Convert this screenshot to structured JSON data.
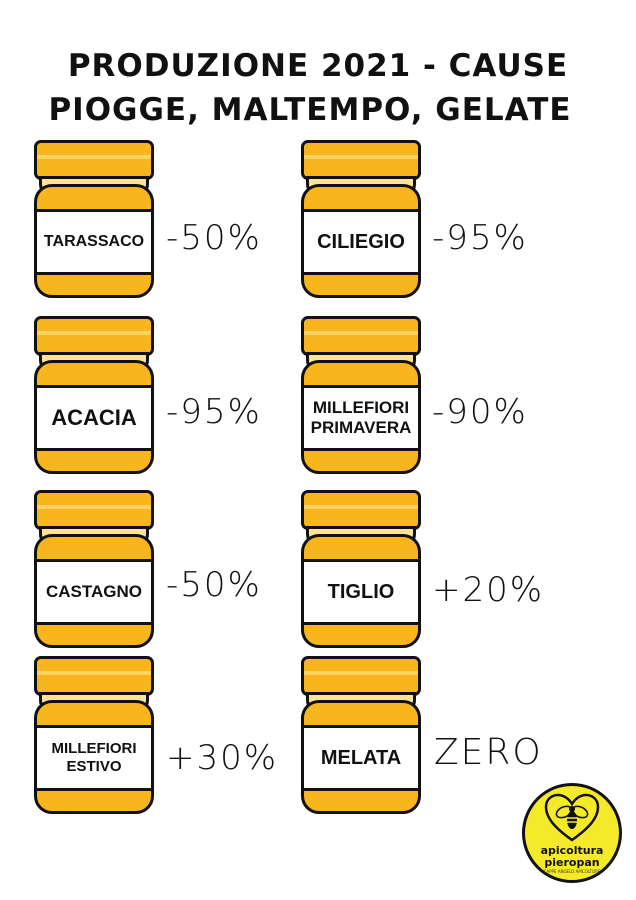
{
  "title": {
    "line1": "PRODUZIONE 2021 - CAUSE",
    "line2": "PIOGGE, MALTEMPO, GELATE"
  },
  "colors": {
    "honey": "#f9b61c",
    "cloth": "#fde29a",
    "outline": "#111111",
    "logo_bg": "#f5ea2a"
  },
  "jars": [
    {
      "name": "TARASSACO",
      "change": "-50%"
    },
    {
      "name": "CILIEGIO",
      "change": "-95%"
    },
    {
      "name": "ACACIA",
      "change": "-95%"
    },
    {
      "name": "MILLEFIORI PRIMAVERA",
      "change": "-90%"
    },
    {
      "name": "CASTAGNO",
      "change": "-50%"
    },
    {
      "name": "TIGLIO",
      "change": "+20%"
    },
    {
      "name": "MILLEFIORI ESTIVO",
      "change": "+30%"
    },
    {
      "name": "MELATA",
      "change": "ZERO"
    }
  ],
  "logo": {
    "line1": "apicoltura",
    "line2": "pieropan",
    "tagline": "CAPPE ANGELO APICOLTORE",
    "icon": "bee-heart-icon"
  }
}
